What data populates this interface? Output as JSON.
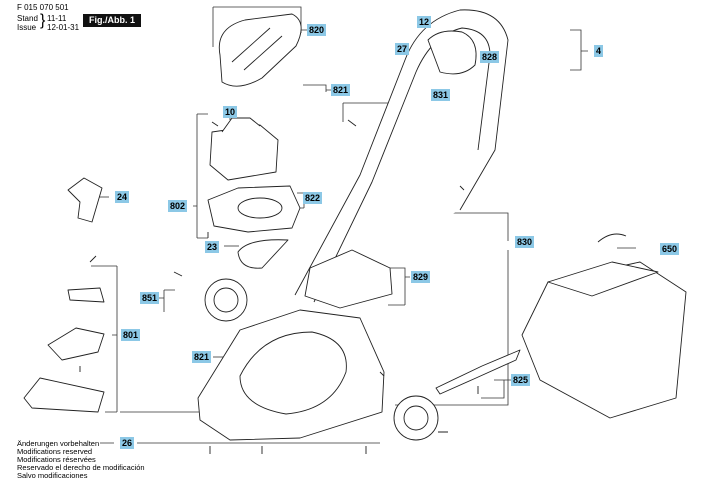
{
  "header": {
    "part_number": "F 015 070 501",
    "stand_label": "Stand",
    "stand_value": "11-11",
    "issue_label": "Issue",
    "issue_value": "12-01-31",
    "figure_label": "Fig./Abb. 1"
  },
  "callouts": [
    "820",
    "12",
    "27",
    "828",
    "4",
    "821",
    "831",
    "10",
    "24",
    "802",
    "822",
    "23",
    "830",
    "650",
    "829",
    "851",
    "801",
    "821",
    "825",
    "26"
  ],
  "footer": [
    "Änderungen vorbehalten",
    "Modifications reserved",
    "Modifications réservées",
    "Reservado el derecho de modificación",
    "Salvo modificaciones"
  ],
  "colors": {
    "callout_fill": "#8cc8e6",
    "figure_label_fill": "#111111",
    "line": "#333333"
  }
}
